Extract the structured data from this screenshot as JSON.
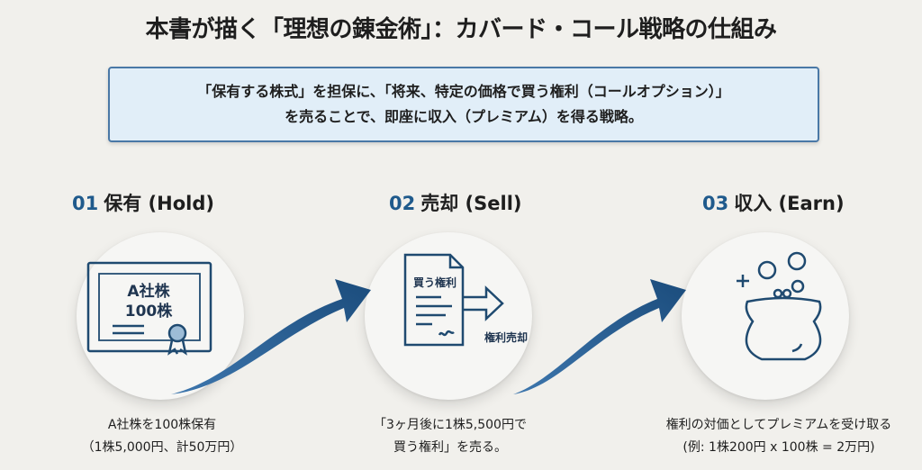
{
  "title": "本書が描く「理想の錬金術」：カバード・コール戦略の仕組み",
  "summary": {
    "line1": "「保有する株式」を担保に、「将来、特定の価格で買う権利（コールオプション）」",
    "line2": "を売ることで、即座に収入（プレミアム）を得る戦略。"
  },
  "steps": [
    {
      "num": "01",
      "label": "保有 (Hold)",
      "icon_text1": "A社株",
      "icon_text2": "100株",
      "caption1": "A社株を100株保有",
      "caption2": "（1株5,000円、計50万円）"
    },
    {
      "num": "02",
      "label": "売却 (Sell)",
      "icon_text1": "買う権利",
      "icon_text2": "権利売却",
      "caption1": "「3ヶ月後に1株5,500円で",
      "caption2": "買う権利」を売る。"
    },
    {
      "num": "03",
      "label": "収入 (Earn)",
      "caption1": "権利の対価としてプレミアムを受け取る",
      "caption2": "(例: 1株200円 x 100株 = 2万円)"
    }
  ],
  "colors": {
    "accent": "#1f5a8c",
    "box_bg": "#e1eef8",
    "box_border": "#4a78a6"
  }
}
